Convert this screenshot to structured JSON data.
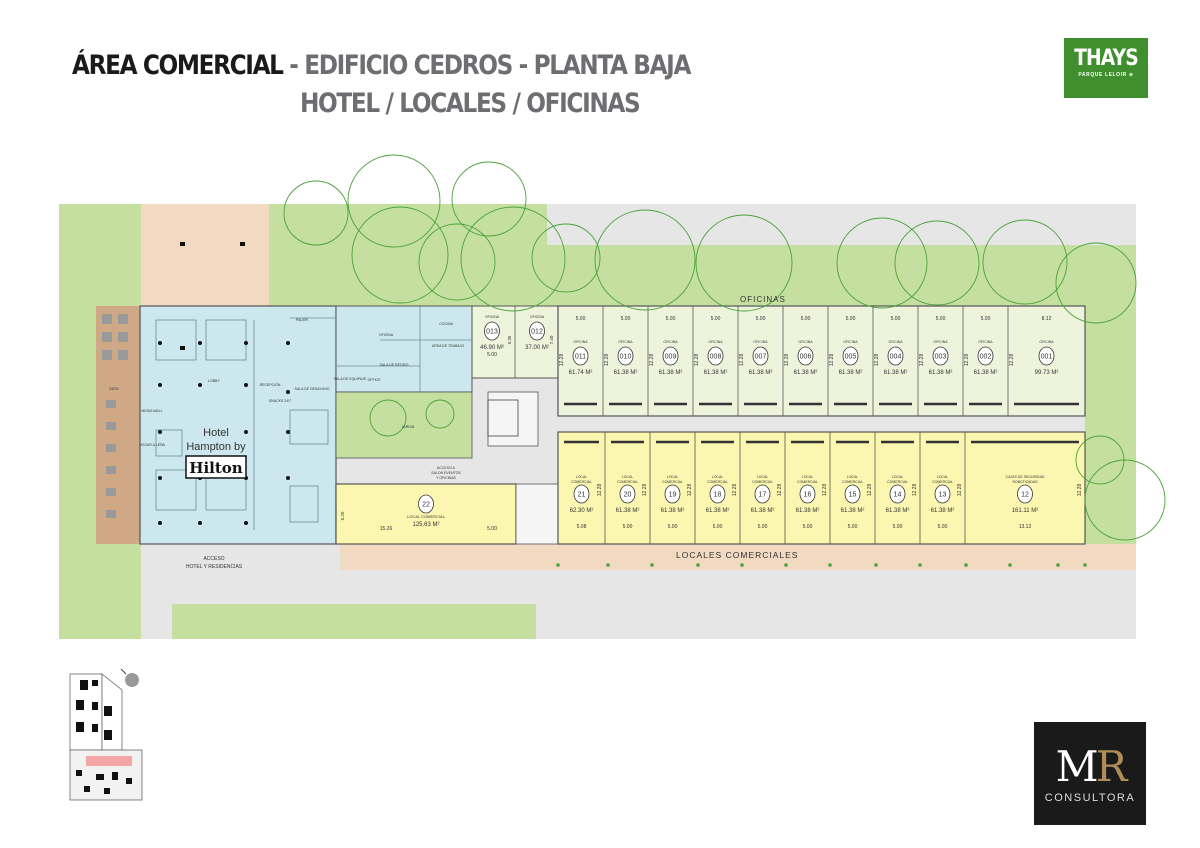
{
  "header": {
    "title_part1": "ÁREA COMERCIAL",
    "title_part2": " - EDIFICIO CEDROS - PLANTA BAJA",
    "subtitle": "HOTEL / LOCALES / OFICINAS"
  },
  "brand": {
    "name": "THAYS",
    "tagline": "PARQUE LELOIR ⊕"
  },
  "consultora": {
    "logo_m": "M",
    "logo_r": "R",
    "name": "CONSULTORA"
  },
  "colors": {
    "grass": "#c5dfa0",
    "hotel": "#cce8ee",
    "local": "#fcf7b0",
    "office": "#eef3dc",
    "sidewalk": "#f1d9c2",
    "wood": "#cfa886",
    "tree": "#4aa33a",
    "brand_green": "#3f8f2f"
  },
  "zones": {
    "offices_label": "OFICINAS",
    "locals_label": "LOCALES COMERCIALES",
    "hotel_access": [
      "ACCESO",
      "HOTEL Y RESIDENCIAS"
    ],
    "event_access": [
      "ACCESO A",
      "SALON EVENTOS",
      "Y OFICINAS"
    ],
    "garden": "JARDIN"
  },
  "hotel": {
    "line1": "Hotel",
    "line2": "Hampton by",
    "brand": "Hilton",
    "rooms": [
      "LOBBY",
      "RECEPCIÓN",
      "SALA DE DESAYUNO",
      "SNACKS 24/7",
      "PALIER",
      "OFICINA",
      "SALA DE RECIBO",
      "ÁREA DE TRABAJO",
      "SALA DE EQUIPAJE",
      "OFFICE",
      "COCINA",
      "MEDIA WALL",
      "HOGAR A LEÑA",
      "DECK"
    ]
  },
  "offices": [
    {
      "id": "013",
      "label": "OFICINA",
      "area": "46.90 M²"
    },
    {
      "id": "012",
      "label": "OFICINA",
      "area": "37.00 M²"
    },
    {
      "id": "011",
      "label": "OFICINA",
      "area": "61.74 M²"
    },
    {
      "id": "010",
      "label": "OFICINA",
      "area": "61.38 M²"
    },
    {
      "id": "009",
      "label": "OFICINA",
      "area": "61.38 M²"
    },
    {
      "id": "008",
      "label": "OFICINA",
      "area": "61.38 M²"
    },
    {
      "id": "007",
      "label": "OFICINA",
      "area": "61.38 M²"
    },
    {
      "id": "006",
      "label": "OFICINA",
      "area": "61.38 M²"
    },
    {
      "id": "005",
      "label": "OFICINA",
      "area": "61.38 M²"
    },
    {
      "id": "004",
      "label": "OFICINA",
      "area": "61.38 M²"
    },
    {
      "id": "003",
      "label": "OFICINA",
      "area": "61.38 M²"
    },
    {
      "id": "002",
      "label": "OFICINA",
      "area": "61.38 M²"
    },
    {
      "id": "001",
      "label": "OFICINA",
      "area": "99.73 M²"
    }
  ],
  "office_dims": {
    "width": "5.00",
    "last_width": "8.12",
    "depth": "12.28",
    "o013_depth": "9.35",
    "o012_depth": "7.40",
    "o013_w": "5.00"
  },
  "locals": [
    {
      "id": "22",
      "label": "LOCAL COMERCIAL",
      "area": "125.63 M²"
    },
    {
      "id": "21",
      "label": "LOCAL COMERCIAL",
      "area": "62.30 M²"
    },
    {
      "id": "20",
      "label": "LOCAL COMERCIAL",
      "area": "61.38 M²"
    },
    {
      "id": "19",
      "label": "LOCAL COMERCIAL",
      "area": "61.38 M²"
    },
    {
      "id": "18",
      "label": "LOCAL COMERCIAL",
      "area": "61.38 M²"
    },
    {
      "id": "17",
      "label": "LOCAL COMERCIAL",
      "area": "61.38 M²"
    },
    {
      "id": "16",
      "label": "LOCAL COMERCIAL",
      "area": "61.38 M²"
    },
    {
      "id": "15",
      "label": "LOCAL COMERCIAL",
      "area": "61.38 M²"
    },
    {
      "id": "14",
      "label": "LOCAL COMERCIAL",
      "area": "61.38 M²"
    },
    {
      "id": "13",
      "label": "LOCAL COMERCIAL",
      "area": "61.38 M²"
    },
    {
      "id": "12",
      "label": "CAJAS DE SEGURIDAD ROBOTIZADAS",
      "area": "161.11 M²"
    }
  ],
  "local_dims": {
    "l22_w": "15.26",
    "l22_w2": "5.00",
    "l22_d": "6.20",
    "l21_w": "5.08",
    "width": "5.00",
    "depth": "12.28",
    "l12_w": "13.12"
  }
}
